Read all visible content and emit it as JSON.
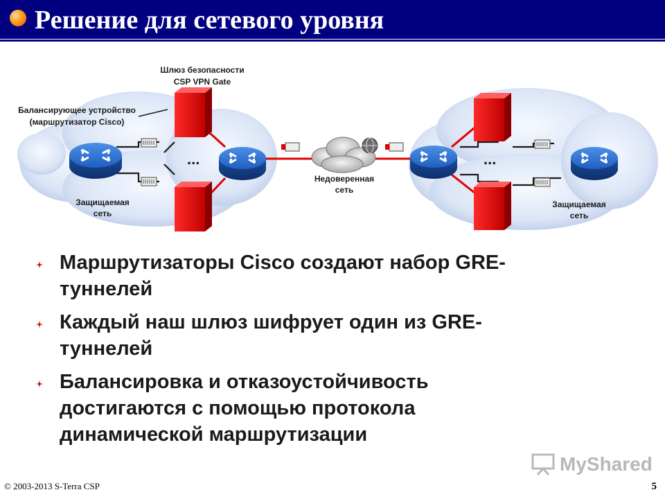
{
  "slide": {
    "title": "Решение для сетевого уровня",
    "accent_color": "#000080",
    "bullet_color": "#cc0000"
  },
  "diagram": {
    "label_gateway_line1": "Шлюз безопасности",
    "label_gateway_line2": "CSP VPN Gate",
    "label_balancer_line1": "Балансирующее устройство",
    "label_balancer_line2": "(маршрутизатор Cisco)",
    "label_protected_left_line1": "Защищаемая",
    "label_protected_left_line2": "сеть",
    "label_untrusted_line1": "Недоверенная",
    "label_untrusted_line2": "сеть",
    "label_protected_right_line1": "Защищаемая",
    "label_protected_right_line2": "сеть",
    "ellipsis": "..."
  },
  "bullets": [
    {
      "line1": "Маршрутизаторы Cisco создают набор GRE-",
      "line2": "туннелей"
    },
    {
      "line1": "Каждый наш шлюз шифрует один из GRE-",
      "line2": "туннелей"
    },
    {
      "line1": "Балансировка и отказоустойчивость",
      "line2": "достигаются с помощью протокола",
      "line3": "динамической маршрутизации"
    }
  ],
  "footer": {
    "copyright": "© 2003-2013   S-Terra CSP",
    "page_number": "5",
    "watermark": "MyShared"
  }
}
